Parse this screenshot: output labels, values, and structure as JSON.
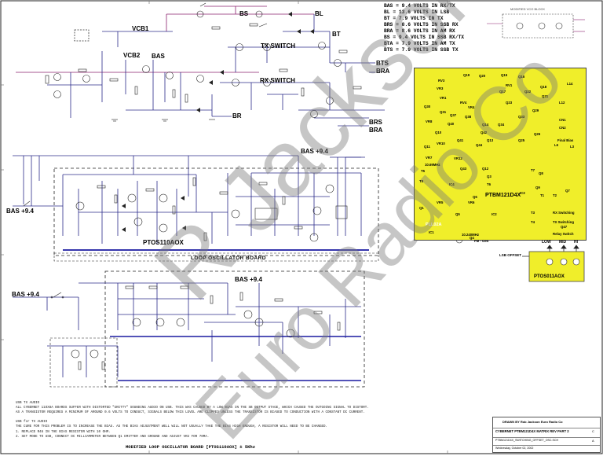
{
  "nets": {
    "vcb1": "VCB1",
    "vcb2": "VCB2",
    "bas_top": "BAS",
    "bs": "BS",
    "bl": "BL",
    "bt": "BT",
    "bts": "BTS",
    "bra_top": "BRA",
    "br": "BR",
    "brs": "BRS",
    "bra_mid": "BRA",
    "tx_switch": "TX SWITCH",
    "rx_switch": "RX SWITCH",
    "bas_94_a": "BAS +9.4",
    "bas_94_b": "BAS +9.4",
    "bas_94_c": "BAS +9.4",
    "bas_94_d": "BAS +9.4"
  },
  "voltage_legend": [
    "BAS = 9.4 VOLTS IN RX/TX",
    "BL = 13.6 VOLTS IN LSB",
    "BT = 7.9 VOLTS IN TX",
    "BRS = 8.6 VOLTS IN SSB RX",
    "BRA = 8.6 VOLTS IN AM RX",
    "BS = 9.4 VOLTS IN SSB RX/TX",
    "BTA = 7.9 VOLTS IN AM TX",
    "BTS = 7.9 VOLTS IN SSB TX"
  ],
  "loop_board": {
    "module": "PTOS110AOX",
    "title": "LOOP OSCILLATOR BOARD"
  },
  "pcb": {
    "board_name": "PTBM121D4X",
    "ic_pll": "PLL02A",
    "labels": [
      "Q19",
      "Q20",
      "Q15",
      "Q16",
      "L14",
      "Q22",
      "Q21",
      "Q23",
      "L12",
      "IC1",
      "IC2",
      "IC3",
      "IC4",
      "Q30",
      "Q31",
      "Q37",
      "Q38",
      "Q9",
      "Q8",
      "Q7",
      "Q1",
      "Q5",
      "Q6",
      "Q43",
      "Q44",
      "Q13",
      "Q14",
      "Q10",
      "Q11",
      "Q25",
      "Q26",
      "Q33",
      "Q34",
      "VR3",
      "VR4",
      "VR5",
      "VR6",
      "VR7",
      "VR10",
      "VR12",
      "RV3",
      "RV4",
      "RV1",
      "Q42",
      "Q41",
      "Q40",
      "Q4",
      "Q3",
      "Q12",
      "Q29",
      "Q17",
      "Q18",
      "L6",
      "L3",
      "Q47",
      "T1",
      "T2",
      "T3",
      "T4",
      "T5",
      "T6",
      "T7",
      "T8",
      "CN1",
      "CN2",
      "VR1",
      "VR8"
    ],
    "annotations": {
      "freq1": "10.69MHz",
      "freq2": "10.240MHz",
      "final_bias": "Final Bias",
      "rx_switching": "RX Switching",
      "tx_switching": "TX Switching",
      "relay_switch": "Relay Switch",
      "lsb_offset": "LSB OFFSET",
      "fm_gen": "FM - Gen",
      "low": "LOW",
      "mid": "MID",
      "high": "HI",
      "module": "PTOS011AOX"
    }
  },
  "module_box": "MODIFIED VCO BLOCK",
  "notes": [
    "USB TX AUDIO",
    "ALL CYBERNET 11OX8A BOARDS SUFFER WITH DISTORTED \"GRITTY\" SOUNDING AUDIO ON USB. THIS WAS CAUSED BY A LOW BIAS IN THE SB OUTPUT STAGE, WHICH CAUSED THE OUTGOING SIGNAL TO DISTORT.",
    "AS A TRANSISTOR REQUIRES A MINIMUM OF AROUND 0.6 VOLTS TO CONDUCT, SIGNALS BELOW THIS LEVEL ARE CLIPPED UNLESS THE TRANSISTOR IS BIASED TO CONDUCTION WITH A CONSTANT DC CURRENT.",
    "",
    "USB for TX AUDIO",
    "THE CURE FOR THIS PROBLEM IS TO INCREASE THE BIAS. AS THE BIAS ADJUSTMENT WELL WILL NOT USUALLY TAKE THE BIAS HIGH ENOUGH, A RESISTOR WILL NEED TO BE CHANGED.",
    "1. REPLACE R46 IN THE BIAS RESISTOR WITH 10 OHM.",
    "2. SET MODE TO USB, CONNECT DC MILLIAMMETER BETWEEN Q1 EMITTER AND GROUND AND ADJUST VR2 FOR 70MA."
  ],
  "footer_title": "MODIFIED LOOP OSCILLATOR BOARD [PTOS110AOX] ± 5Khz",
  "title_block": {
    "drawn_by": "DRAWN BY Rob Jackson Euro Radio Co",
    "title": "CYBERNET PTBM121D4X MATRIX REV PART 2",
    "file": "PTBM121D4X_SWITCHING_OFFSET_OSC.SCH",
    "date": "Wednesday, October 02, 2002",
    "rev": "A",
    "size": "C"
  },
  "watermark": {
    "line1": "R Jackson",
    "line2": "Euro Radio Co"
  }
}
